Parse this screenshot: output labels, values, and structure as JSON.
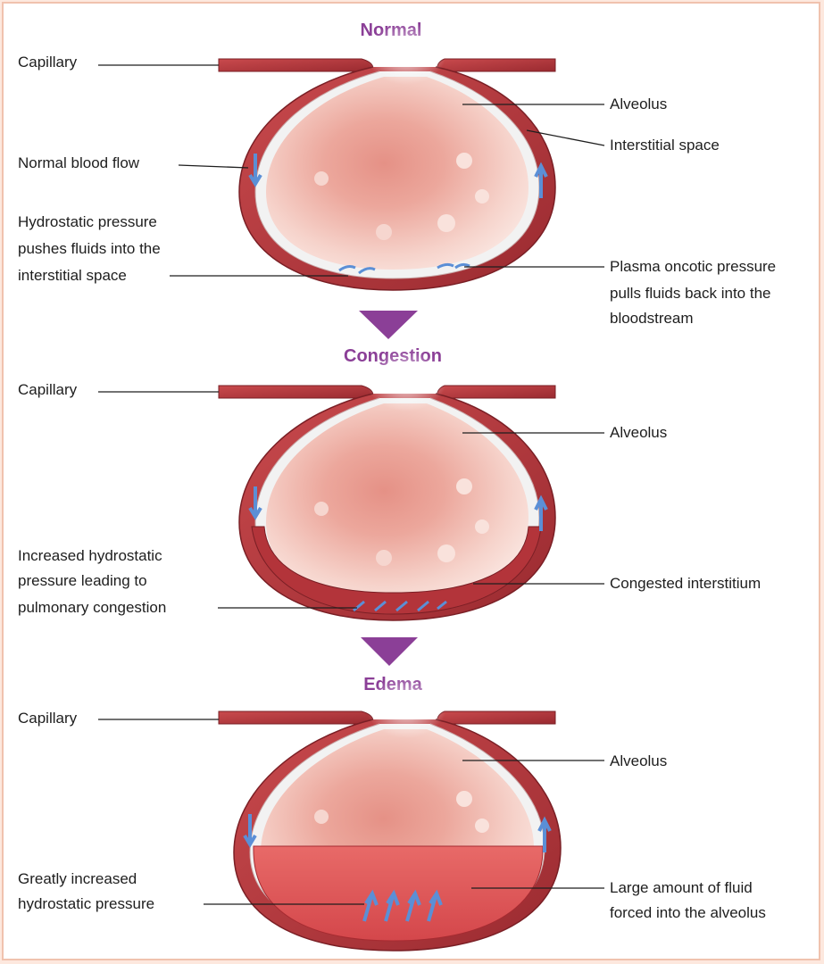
{
  "stages": [
    {
      "title": "Normal",
      "labels": {
        "capillary": "Capillary",
        "alveolus": "Alveolus",
        "interstitial": "Interstitial space",
        "blood_flow": "Normal blood flow",
        "hydrostatic": [
          "Hydrostatic pressure",
          "pushes fluids into the",
          "interstitial space"
        ],
        "oncotic": [
          "Plasma oncotic pressure",
          "pulls fluids back into the",
          "bloodstream"
        ]
      }
    },
    {
      "title": "Congestion",
      "labels": {
        "capillary": "Capillary",
        "alveolus": "Alveolus",
        "hydrostatic": [
          "Increased hydrostatic",
          "pressure leading to",
          "pulmonary congestion"
        ],
        "congested": "Congested interstitium"
      }
    },
    {
      "title": "Edema",
      "labels": {
        "capillary": "Capillary",
        "alveolus": "Alveolus",
        "hydrostatic": [
          "Greatly increased",
          "hydrostatic pressure"
        ],
        "fluid": [
          "Large amount of fluid",
          "forced into the alveolus"
        ]
      }
    }
  ],
  "colors": {
    "stage_title": "#8b3f97",
    "arrow_triangle": "#8b3f97",
    "capillary": "#b8383d",
    "alveolus": "#e9a49a",
    "flow_arrow": "#5b8fd6",
    "fluid": "#e05a5c"
  }
}
